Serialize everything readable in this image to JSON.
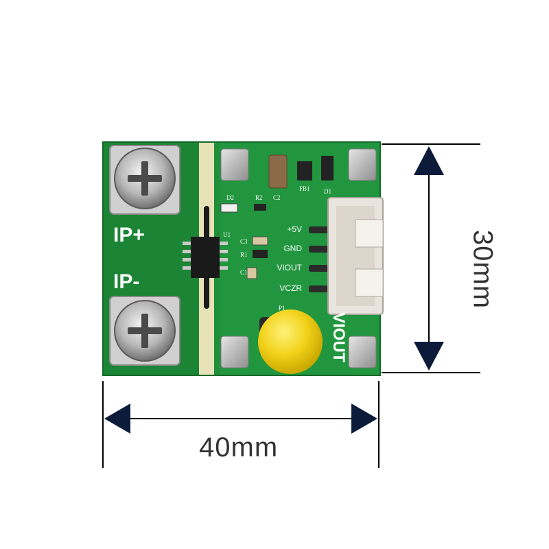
{
  "dimensions": {
    "width_label": "40mm",
    "height_label": "30mm"
  },
  "board": {
    "terminal_labels": [
      "IP+",
      "IP-"
    ],
    "pin_labels": [
      "+5V",
      "GND",
      "VIOUT",
      "VCZR"
    ],
    "vertical_label": "VIOUT",
    "silkscreen": [
      "D2",
      "R2",
      "C2",
      "U1",
      "C3",
      "R1",
      "C1",
      "FB1",
      "D1",
      "P1"
    ]
  },
  "colors": {
    "pcb_green": "#1f8f3a",
    "pcb_dark": "#17702d",
    "arrow_navy": "#0d1b3a",
    "slot_beige": "#e8e2b8",
    "knob_yellow": "#f2d21a",
    "connector": "#e9e5de"
  }
}
